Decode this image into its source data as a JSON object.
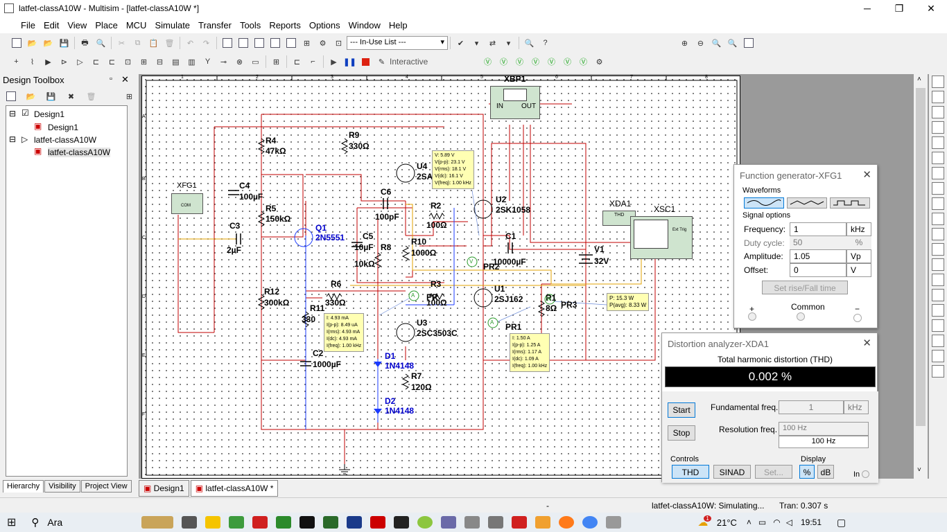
{
  "window": {
    "title": "latfet-classA10W - Multisim - [latfet-classA10W *]"
  },
  "menu": [
    "File",
    "Edit",
    "View",
    "Place",
    "MCU",
    "Simulate",
    "Transfer",
    "Tools",
    "Reports",
    "Options",
    "Window",
    "Help"
  ],
  "toolbar": {
    "inuse_list": "--- In-Use List ---",
    "interactive_label": "Interactive"
  },
  "toolbox": {
    "title": "Design Toolbox",
    "tree": [
      "Design1",
      "Design1",
      "latfet-classA10W",
      "latfet-classA10W"
    ],
    "tabs": [
      "Hierarchy",
      "Visibility",
      "Project View"
    ]
  },
  "schematic": {
    "sheet_cols": [
      "1",
      "2",
      "3",
      "4",
      "5",
      "6",
      "7",
      "8"
    ],
    "sheet_rows": [
      "A",
      "B",
      "C",
      "D",
      "E",
      "F"
    ],
    "components": {
      "xbp1": "XBP1",
      "xbp_in": "IN",
      "xbp_out": "OUT",
      "xfg1": "XFG1",
      "xfg_com": "COM",
      "xda1": "XDA1",
      "xda_thd": "THD",
      "xsc1": "XSC1",
      "xsc_ext": "Ext Trig",
      "r4": "R4",
      "r4v": "47kΩ",
      "r9": "R9",
      "r9v": "330Ω",
      "c4": "C4",
      "c4v": "100µF",
      "r5": "R5",
      "r5v": "150kΩ",
      "c3": "C3",
      "c3v": "2µF",
      "q1": "Q1",
      "q1v": "2N5551",
      "u4": "U4",
      "u4v": "2SA",
      "c6": "C6",
      "c6v": "100pF",
      "r2": "R2",
      "r2v": "100Ω",
      "u2": "U2",
      "u2v": "2SK1058",
      "c5": "C5",
      "c5v": "10µF",
      "r8": "R8",
      "r8v": "10kΩ",
      "r10": "R10",
      "r10v": "1000Ω",
      "c1": "C1",
      "c1v": "10000µF",
      "v1": "V1",
      "v1v": "32V",
      "pr2": "PR2",
      "r12": "R12",
      "r12v": "300kΩ",
      "r6": "R6",
      "r6v": "330Ω",
      "r3": "R3",
      "r3v": "100Ω",
      "u1": "U1",
      "u1v": "2SJ162",
      "r1": "R1",
      "r1v": "8Ω",
      "pr3": "PR3",
      "r11": "R11",
      "r11v": "330",
      "u3": "U3",
      "u3v": "2SC3503C",
      "pr1": "PR1",
      "c2": "C2",
      "c2v": "1000µF",
      "d1": "D1",
      "d1v": "1N4148",
      "r7": "R7",
      "r7v": "120Ω",
      "d2": "D2",
      "d2v": "1N4148",
      "pr_r": "PR",
      "ammeter_a": "A",
      "voltmeter_v": "V",
      "wattmeter_w": "W"
    },
    "probe_voltage": [
      "V: 5.89 V",
      "V(p-p): 23.1 V",
      "V(rms): 18.1 V",
      "V(dc): 16.1 V",
      "V(freq): 1.00 kHz"
    ],
    "probe_power": [
      "P: 15.3 W",
      "P(avg): 8.33 W"
    ],
    "probe_current_a": [
      "I: 4.93 mA",
      "I(p-p): 8.49 uA",
      "I(rms): 4.93 mA",
      "I(dc): 4.93 mA",
      "I(freq): 1.00 kHz"
    ],
    "probe_current_b": [
      "I: 1.50 A",
      "I(p-p): 1.25 A",
      "I(rms): 1.17 A",
      "I(dc): 1.09 A",
      "I(freq): 1.00 kHz"
    ]
  },
  "function_generator": {
    "title": "Function generator-XFG1",
    "waveforms_label": "Waveforms",
    "signal_options_label": "Signal options",
    "frequency_label": "Frequency:",
    "frequency_value": "1",
    "frequency_unit": "kHz",
    "duty_label": "Duty cycle:",
    "duty_value": "50",
    "duty_unit": "%",
    "amplitude_label": "Amplitude:",
    "amplitude_value": "1.05",
    "amplitude_unit": "Vp",
    "offset_label": "Offset:",
    "offset_value": "0",
    "offset_unit": "V",
    "rise_fall_button": "Set rise/Fall time",
    "plus": "+",
    "common": "Common",
    "minus": "−"
  },
  "distortion_analyzer": {
    "title": "Distortion analyzer-XDA1",
    "thd_label": "Total harmonic distortion (THD)",
    "thd_value": "0.002 %",
    "start": "Start",
    "stop": "Stop",
    "fund_label": "Fundamental freq.",
    "fund_value": "1",
    "fund_unit": "kHz",
    "res_label": "Resolution freq.",
    "res_value": "100 Hz",
    "res_value2": "100 Hz",
    "controls_label": "Controls",
    "thd_btn": "THD",
    "sinad_btn": "SINAD",
    "set_btn": "Set...",
    "display_label": "Display",
    "pct_btn": "%",
    "db_btn": "dB",
    "in_label": "In"
  },
  "doc_tabs": [
    "Design1",
    "latfet-classA10W *"
  ],
  "status": {
    "dash": "-",
    "sim": "latfet-classA10W: Simulating...",
    "tran": "Tran: 0.307 s"
  },
  "taskbar": {
    "search": "Ara",
    "temp": "21°C",
    "time": "19:51",
    "weather_badge": "1"
  }
}
